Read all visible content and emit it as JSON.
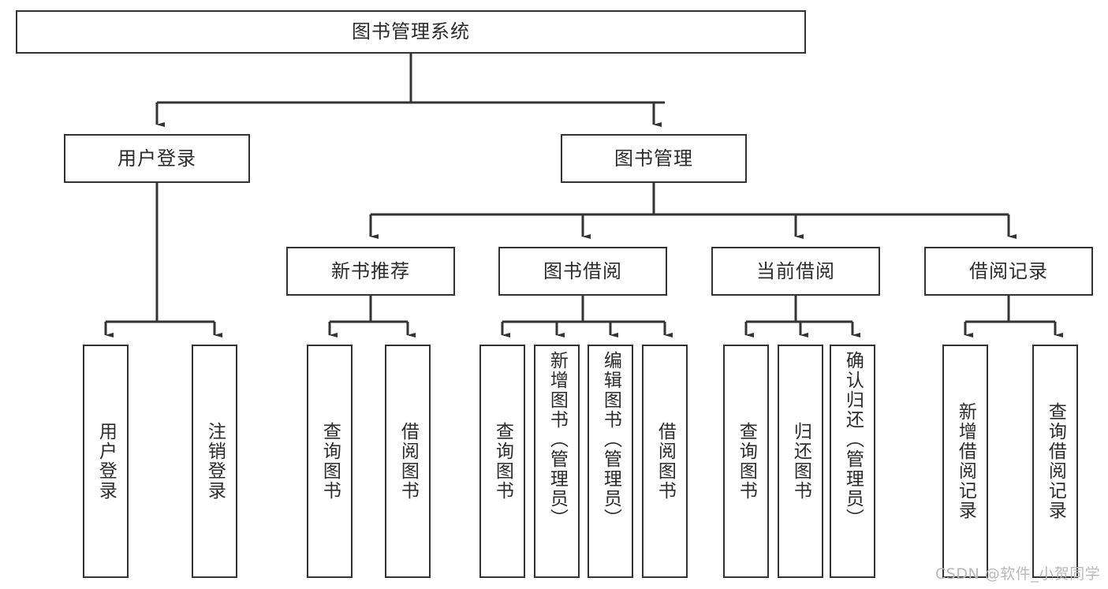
{
  "diagram": {
    "title_node": {
      "id": "root",
      "label": "图书管理系统",
      "orientation": "horizontal"
    },
    "level2": [
      {
        "id": "user-login",
        "label": "用户登录",
        "orientation": "horizontal"
      },
      {
        "id": "book-management",
        "label": "图书管理",
        "orientation": "horizontal"
      }
    ],
    "level3": [
      {
        "id": "new-book-recommend",
        "label": "新书推荐",
        "orientation": "horizontal"
      },
      {
        "id": "book-borrow",
        "label": "图书借阅",
        "orientation": "horizontal"
      },
      {
        "id": "current-borrow",
        "label": "当前借阅",
        "orientation": "horizontal"
      },
      {
        "id": "borrow-record",
        "label": "借阅记录",
        "orientation": "horizontal"
      }
    ],
    "leaves": [
      {
        "id": "leaf-user-login",
        "label": "用户登录",
        "parent": "user-login",
        "orientation": "vertical"
      },
      {
        "id": "leaf-logout-login",
        "label": "注销登录",
        "parent": "user-login",
        "orientation": "vertical"
      },
      {
        "id": "leaf-query-book-1",
        "label": "查询图书",
        "parent": "new-book-recommend",
        "orientation": "vertical"
      },
      {
        "id": "leaf-borrow-book-1",
        "label": "借阅图书",
        "parent": "new-book-recommend",
        "orientation": "vertical"
      },
      {
        "id": "leaf-query-book-2",
        "label": "查询图书",
        "parent": "book-borrow",
        "orientation": "vertical"
      },
      {
        "id": "leaf-add-book",
        "label": "新增图书（管理员）",
        "parent": "book-borrow",
        "orientation": "vertical"
      },
      {
        "id": "leaf-edit-book",
        "label": "编辑图书（管理员）",
        "parent": "book-borrow",
        "orientation": "vertical"
      },
      {
        "id": "leaf-borrow-book-2",
        "label": "借阅图书",
        "parent": "book-borrow",
        "orientation": "vertical"
      },
      {
        "id": "leaf-query-book-3",
        "label": "查询图书",
        "parent": "current-borrow",
        "orientation": "vertical"
      },
      {
        "id": "leaf-return-book",
        "label": "归还图书",
        "parent": "current-borrow",
        "orientation": "vertical"
      },
      {
        "id": "leaf-confirm-return",
        "label": "确认归还（管理员）",
        "parent": "current-borrow",
        "orientation": "vertical"
      },
      {
        "id": "leaf-add-borrow-record",
        "label": "新增借阅记录",
        "parent": "borrow-record",
        "orientation": "vertical"
      },
      {
        "id": "leaf-query-borrow-record",
        "label": "查询借阅记录",
        "parent": "borrow-record",
        "orientation": "vertical"
      }
    ],
    "watermark": "CSDN @软件_小贺同学",
    "colors": {
      "border": "#333333",
      "text": "#2b2b2b",
      "background": "#ffffff",
      "watermark": "#b9b9b9"
    }
  }
}
